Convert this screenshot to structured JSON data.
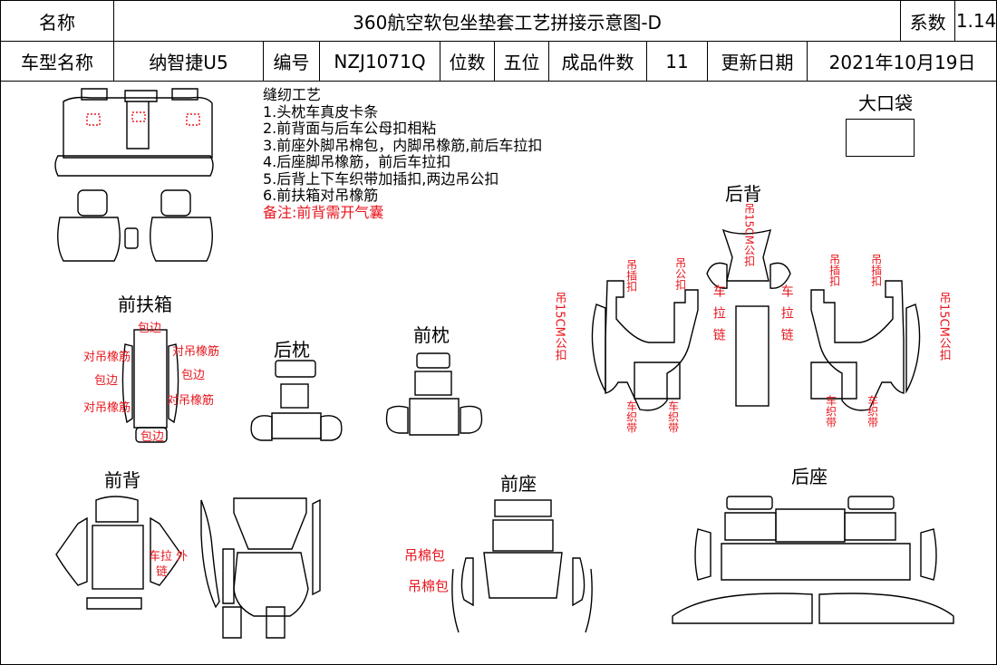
{
  "header": {
    "name_label": "名称",
    "title": "360航空软包坐垫套工艺拼接示意图-D",
    "coeff_label": "系数",
    "coeff_value": "1.14",
    "model_label": "车型名称",
    "model_value": "纳智捷U5",
    "code_label": "编号",
    "code_value": "NZJ1071Q",
    "seats_label": "位数",
    "seats_value": "五位",
    "pieces_label": "成品件数",
    "pieces_value": "11",
    "date_label": "更新日期",
    "date_value": "2021年10月19日"
  },
  "notes": {
    "heading": "缝纫工艺",
    "items": [
      "1.头枕车真皮卡条",
      "2.前背面与后车公母扣相粘",
      "3.前座外脚吊棉包，内脚吊橡筋,前后车拉扣",
      "4.后座脚吊橡筋，前后车拉扣",
      "5.后背上下车织带加插扣,两边吊公扣",
      "6.前扶箱对吊橡筋"
    ],
    "remark": "备注:前背需开气囊"
  },
  "labels": {
    "big_pocket": "大口袋",
    "rear_back": "后背",
    "front_armrest": "前扶箱",
    "rear_headrest": "后枕",
    "front_headrest": "前枕",
    "front_back": "前背",
    "front_seat": "前座",
    "rear_seat": "后座"
  },
  "annotations": {
    "wrap_edge": "包边",
    "pair_elastic": "对吊橡筋",
    "hang_15cm_male": "吊15CM公扣",
    "hang_plug": "吊插扣",
    "hang_male": "吊公扣",
    "car_zip": "车拉链",
    "car_webbing": "车织带",
    "car_zip_outer": "车拉 外",
    "car_zip_chain": "链",
    "cotton_pack": "吊棉包"
  },
  "colors": {
    "annotation_red": "#e8161d",
    "line": "#000000"
  }
}
